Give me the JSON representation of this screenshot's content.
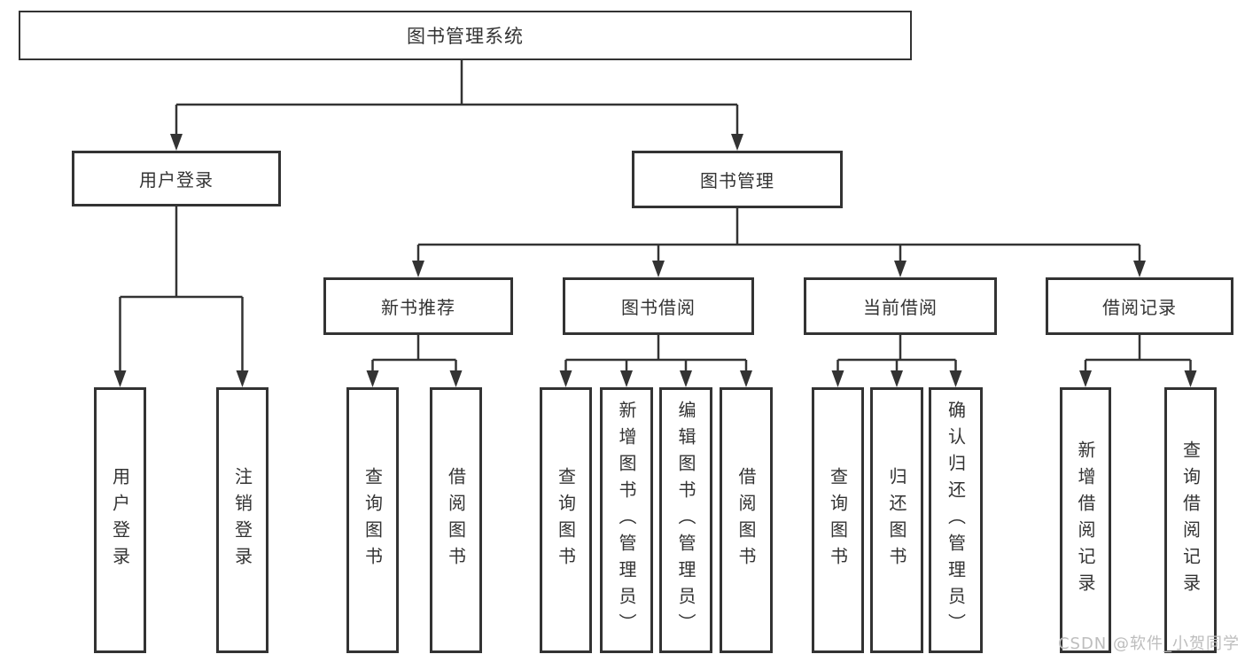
{
  "colors": {
    "background": "#ffffff",
    "line": "#333333",
    "text": "#333333",
    "watermark": "#bdbdbd"
  },
  "tree": {
    "root": {
      "label": "图书管理系统"
    },
    "level2": [
      {
        "label": "用户登录"
      },
      {
        "label": "图书管理"
      }
    ],
    "level3": [
      {
        "label": "新书推荐",
        "parent": "图书管理"
      },
      {
        "label": "图书借阅",
        "parent": "图书管理"
      },
      {
        "label": "当前借阅",
        "parent": "图书管理"
      },
      {
        "label": "借阅记录",
        "parent": "图书管理"
      }
    ],
    "leaves": [
      {
        "label": "用户登录",
        "parent": "用户登录"
      },
      {
        "label": "注销登录",
        "parent": "用户登录"
      },
      {
        "label": "查询图书",
        "parent": "新书推荐"
      },
      {
        "label": "借阅图书",
        "parent": "新书推荐"
      },
      {
        "label": "查询图书",
        "parent": "图书借阅"
      },
      {
        "label": "新增图书（管理员）",
        "parent": "图书借阅"
      },
      {
        "label": "编辑图书（管理员）",
        "parent": "图书借阅"
      },
      {
        "label": "借阅图书",
        "parent": "图书借阅"
      },
      {
        "label": "查询图书",
        "parent": "当前借阅"
      },
      {
        "label": "归还图书",
        "parent": "当前借阅"
      },
      {
        "label": "确认归还（管理员）",
        "parent": "当前借阅"
      },
      {
        "label": "新增借阅记录",
        "parent": "借阅记录"
      },
      {
        "label": "查询借阅记录",
        "parent": "借阅记录"
      }
    ]
  },
  "watermark": {
    "text": "CSDN @软件_小贺同学"
  }
}
